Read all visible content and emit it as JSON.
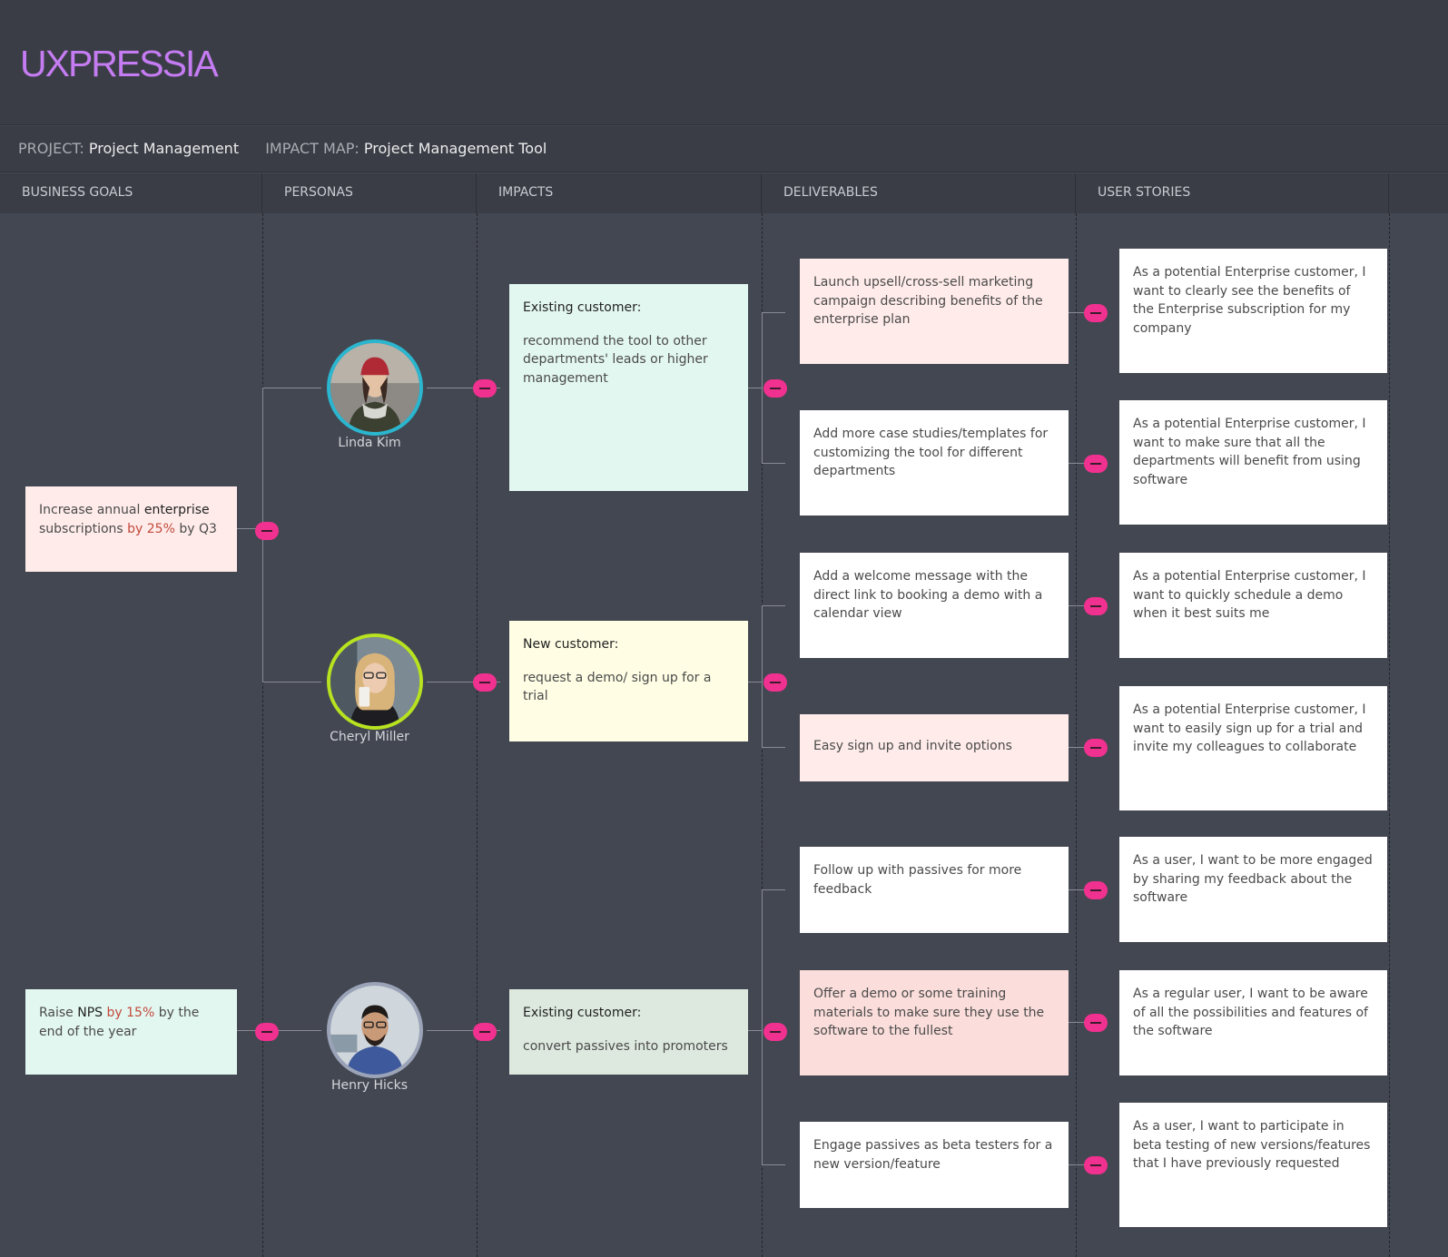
{
  "app": {
    "logo": "UXPRESSIA"
  },
  "breadcrumb": {
    "project_label": "PROJECT:",
    "project_value": "Project Management",
    "map_label": "IMPACT MAP:",
    "map_value": "Project Management Tool"
  },
  "columns": [
    "BUSINESS GOALS",
    "PERSONAS",
    "IMPACTS",
    "DELIVERABLES",
    "USER STORIES"
  ],
  "goals": [
    {
      "t1": "Increase annual ",
      "t2": "enterprise",
      "t3": " subscriptions ",
      "t4": "by 25%",
      "t5": " by Q3"
    },
    {
      "t1": "Raise ",
      "t2": "NPS",
      "t3": " ",
      "t4": "by 15%",
      "t5": " by the end of the year"
    }
  ],
  "personas": [
    {
      "name": "Linda Kim",
      "ring_color": "#2bb6cf"
    },
    {
      "name": "Cheryl Miller",
      "ring_color": "#b7e21f"
    },
    {
      "name": "Henry Hicks",
      "ring_color": "#9aa3b7"
    }
  ],
  "impacts": [
    {
      "title": "Existing customer:",
      "text": "recommend the tool to other departments' leads or higher management"
    },
    {
      "title": "New customer:",
      "text": "request a demo/ sign up for a trial"
    },
    {
      "title": "Existing customer:",
      "text": "convert passives into promoters"
    }
  ],
  "deliverables": [
    "Launch upsell/cross-sell marketing campaign describing benefits of the enterprise plan",
    "Add more case studies/templates for customizing the tool for different departments",
    "Add a welcome message with the direct link to booking a demo with a calendar view",
    "Easy sign up and invite options",
    "Follow up with passives for more feedback",
    "Offer a demo or some training materials to make sure they use the software to the fullest",
    "Engage passives as beta testers for a new version/feature"
  ],
  "stories": [
    "As a potential Enterprise customer, I want to clearly see the benefits of the Enterprise subscription for my company",
    "As a potential Enterprise customer, I want to make sure that all the departments will benefit from using software",
    "As a potential Enterprise customer, I want to quickly schedule a demo when it best suits me",
    "As a potential Enterprise customer, I want to easily sign up for a trial and invite my colleagues to collaborate",
    "As a user, I want to be more engaged by sharing my feedback about the software",
    "As  a regular user, I want to be aware of all the possibilities and features of the software",
    "As a user, I want to participate in beta testing of new versions/features that I have previously requested"
  ],
  "colors": {
    "toggle": "#f0318f",
    "logo": "#c57cf2",
    "background": "#434751"
  }
}
